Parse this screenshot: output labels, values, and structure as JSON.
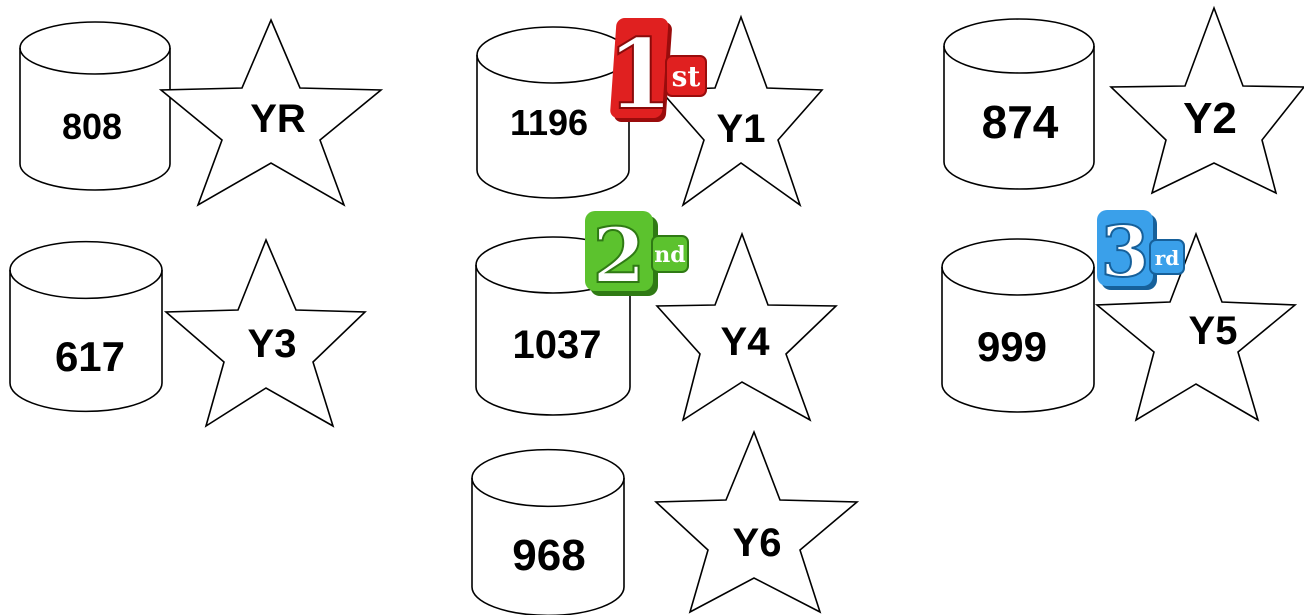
{
  "items": [
    {
      "value": "808",
      "label": "YR"
    },
    {
      "value": "1196",
      "label": "Y1",
      "badge": {
        "main": "1",
        "suffix": "st",
        "color": "#e02020",
        "shade": "#9a0c0c"
      }
    },
    {
      "value": "874",
      "label": "Y2"
    },
    {
      "value": "617",
      "label": "Y3"
    },
    {
      "value": "1037",
      "label": "Y4",
      "badge": {
        "main": "2",
        "suffix": "nd",
        "color": "#5cc22e",
        "shade": "#2f7a14"
      }
    },
    {
      "value": "999",
      "label": "Y5",
      "badge": {
        "main": "3",
        "suffix": "rd",
        "color": "#3aa0ea",
        "shade": "#16609a"
      }
    },
    {
      "value": "968",
      "label": "Y6"
    }
  ],
  "colors": {
    "stroke": "#000000",
    "background": "#ffffff"
  },
  "icons": {
    "container": "cylinder-icon",
    "marker": "star-icon",
    "badge": "rank-badge-icon"
  }
}
